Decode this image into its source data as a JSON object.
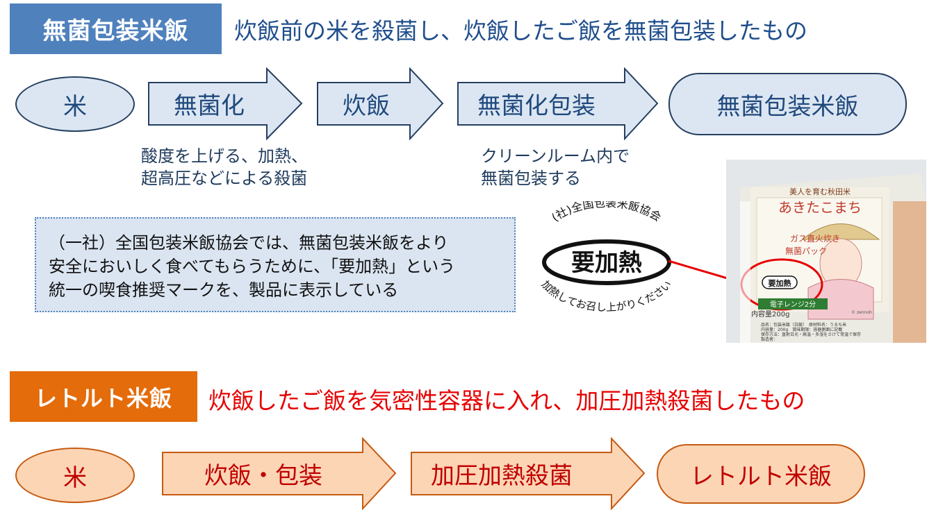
{
  "section1": {
    "tag": "無菌包装米飯",
    "description": "炊飯前の米を殺菌し、炊飯したご飯を無菌包装したもの",
    "flow": {
      "start": "米",
      "steps": [
        "無菌化",
        "炊飯",
        "無菌化包装"
      ],
      "end": "無菌包装米飯"
    },
    "note_left": [
      "酸度を上げる、加熱、",
      "超高圧などによる殺菌"
    ],
    "note_right": [
      "クリーンルーム内で",
      "無菌包装する"
    ],
    "info_lines": [
      "（一社）全国包装米飯協会では、無菌包装米飯をより",
      "安全においしく食べてもらうために、「要加熱」という",
      "統一の喫食推奨マークを、製品に表示している"
    ],
    "mark": {
      "top_text": "(社)全国包装米飯協会",
      "center_text": "要加熱",
      "bottom_text": "加熱してお召し上がりください"
    },
    "product_photo": {
      "line1": "美人を育む秋田米",
      "line2": "あきたこまち",
      "line3": "ガス直火炊き",
      "line4": "無菌パック",
      "mark": "要加熱",
      "badge": "電子レンジ2分",
      "weight": "内容量200g",
      "label_lines": [
        "品名：包装米飯（白飯）　原材料名：うるち米",
        "内容量：200g　賞味期限：容器側面に記載",
        "保存方法：直射日光・高温・多湿をさけて常温で保存",
        "製造者："
      ],
      "credit": "© zennoh"
    }
  },
  "section2": {
    "tag": "レトルト米飯",
    "description": "炊飯したご飯を気密性容器に入れ、加圧加熱殺菌したもの",
    "flow": {
      "start": "米",
      "steps": [
        "炊飯・包装",
        "加圧加熱殺菌"
      ],
      "end": "レトルト米飯"
    }
  },
  "colors": {
    "blue_tag": "#4f81bd",
    "blue_fill": "#dce6f2",
    "blue_text": "#1f497d",
    "orange_tag": "#e46c0a",
    "orange_fill": "#fcd5b5",
    "red_text": "#e60000"
  }
}
